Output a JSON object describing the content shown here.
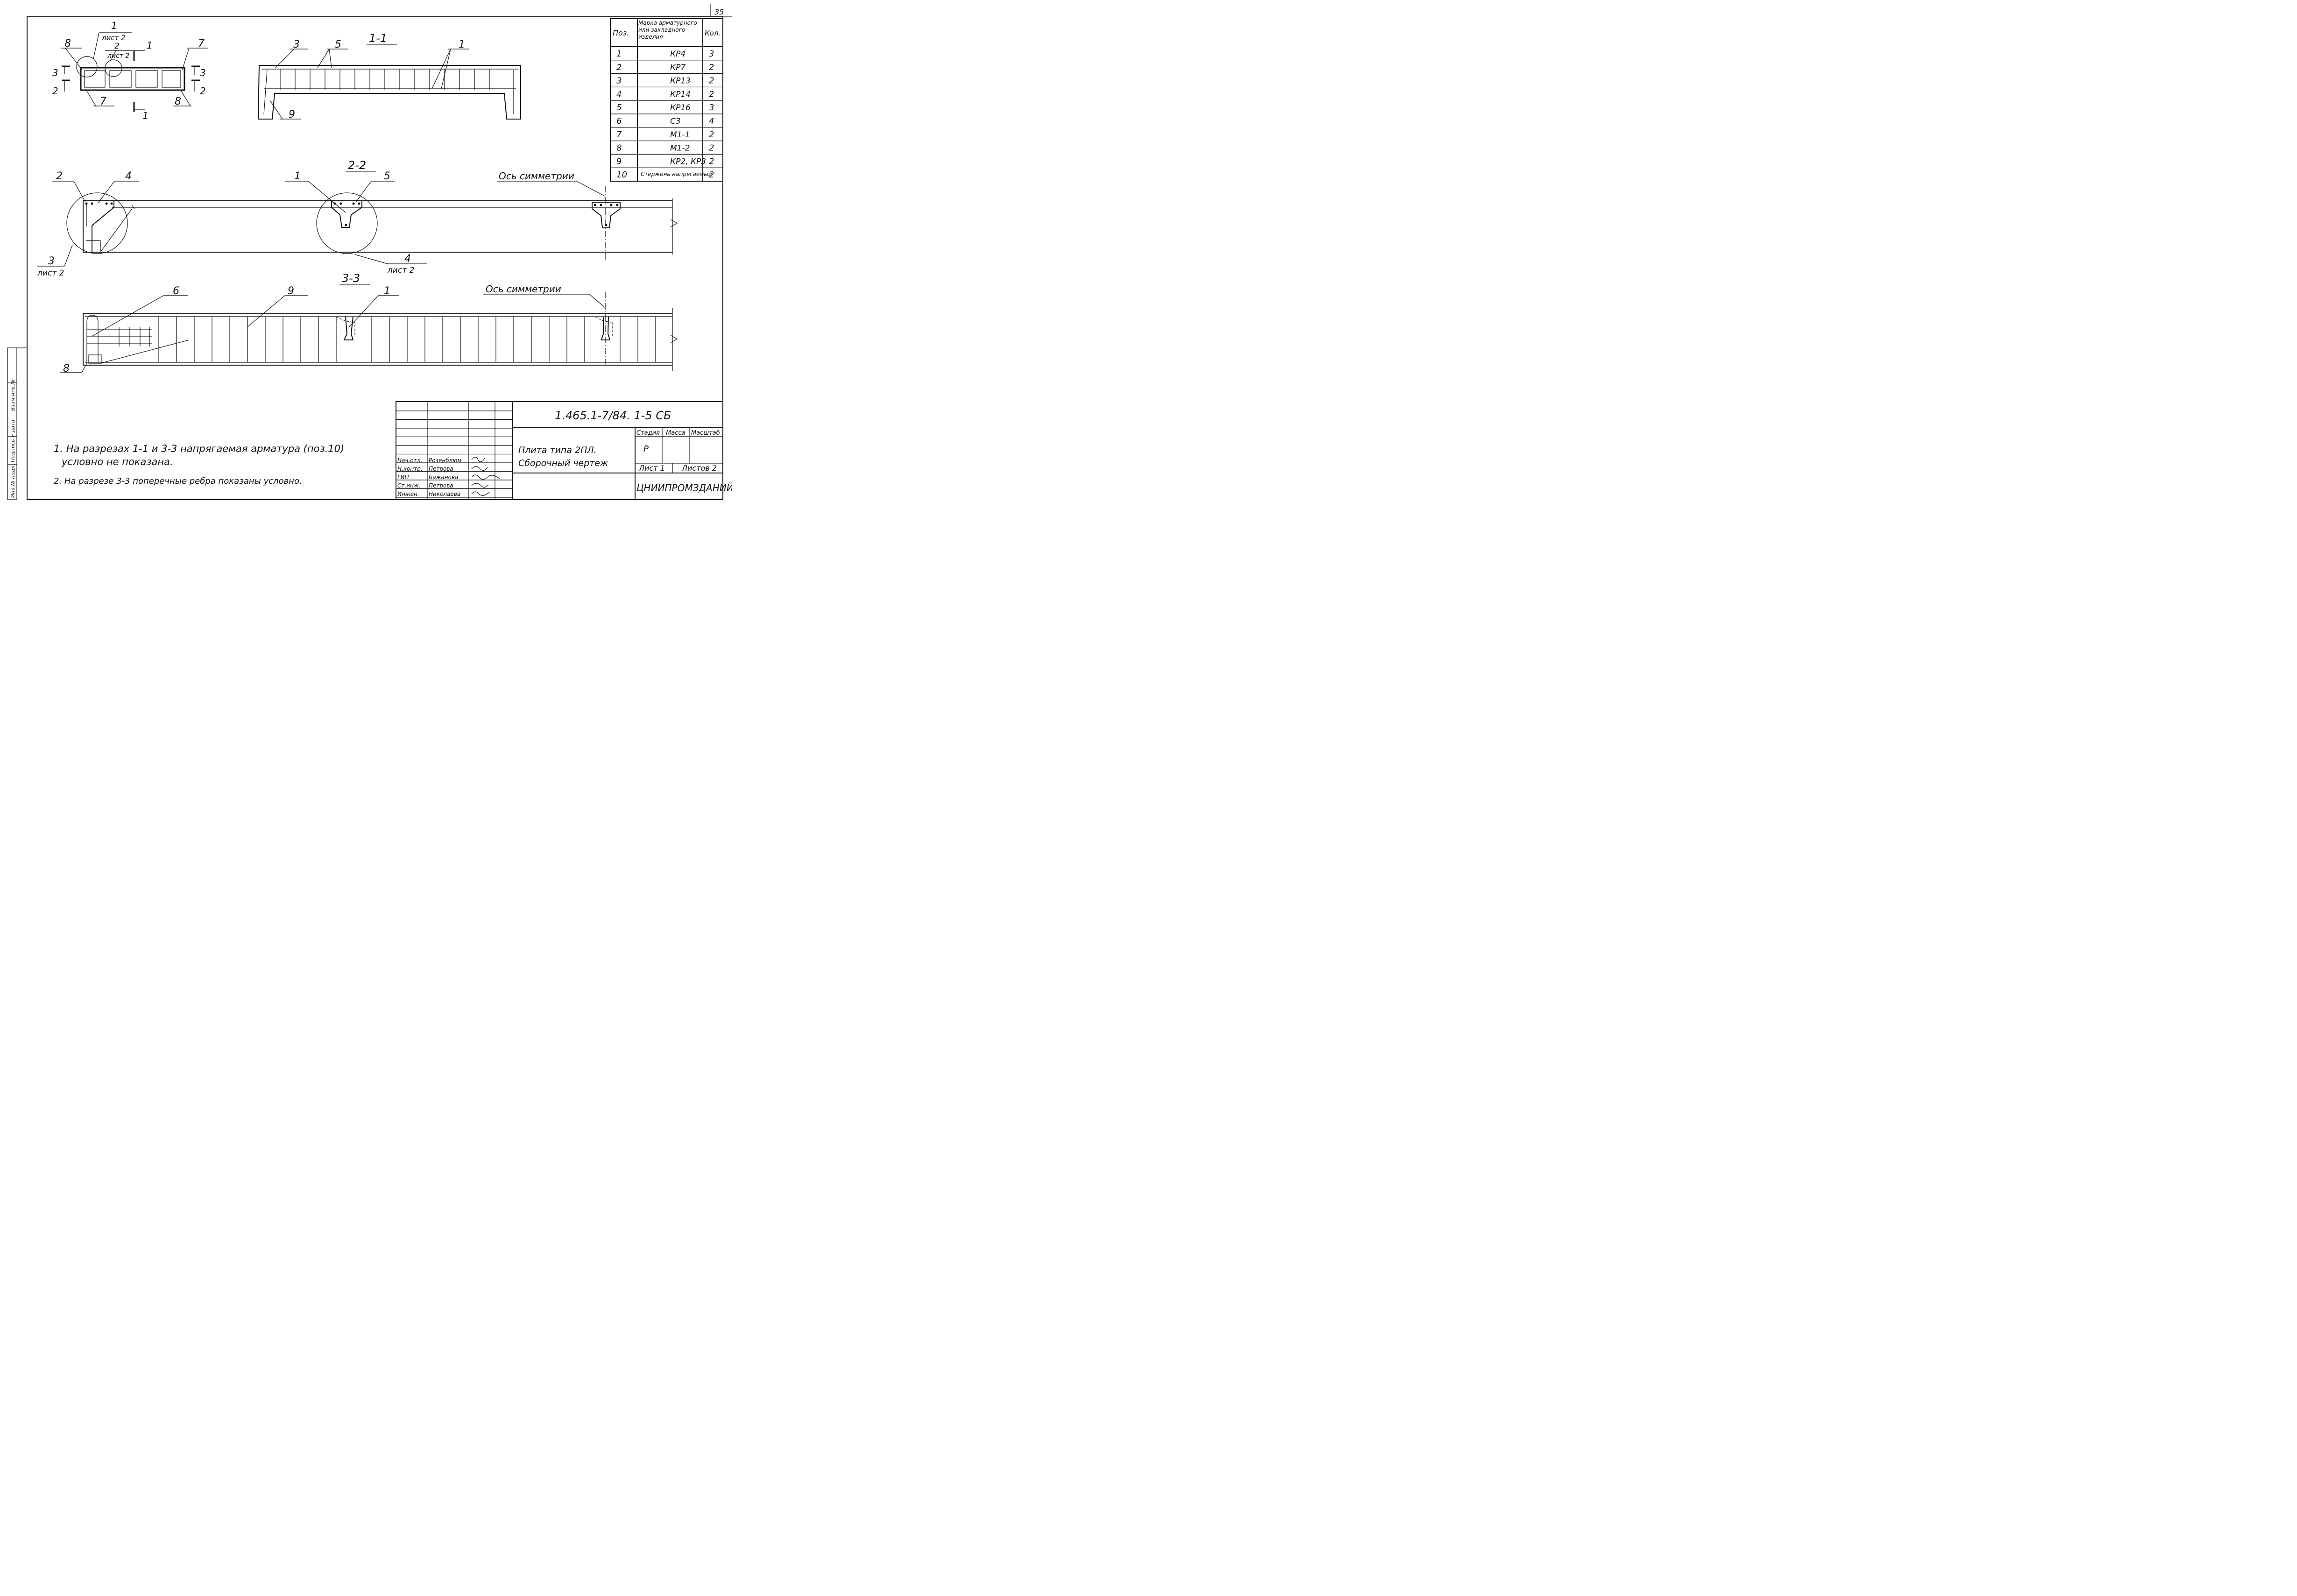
{
  "sheet_number": "35",
  "spec_table": {
    "headers": {
      "pos": "Поз.",
      "mark": "Марка арматурного или закладного изделия",
      "qty": "Кол."
    },
    "rows": [
      {
        "pos": "1",
        "mark": "КР4",
        "qty": "3"
      },
      {
        "pos": "2",
        "mark": "КР7",
        "qty": "2"
      },
      {
        "pos": "3",
        "mark": "КР13",
        "qty": "2"
      },
      {
        "pos": "4",
        "mark": "КР14",
        "qty": "2"
      },
      {
        "pos": "5",
        "mark": "КР16",
        "qty": "3"
      },
      {
        "pos": "6",
        "mark": "С3",
        "qty": "4"
      },
      {
        "pos": "7",
        "mark": "М1-1",
        "qty": "2"
      },
      {
        "pos": "8",
        "mark": "М1-2",
        "qty": "2"
      },
      {
        "pos": "9",
        "mark": "КР2, КР3",
        "qty": "2"
      },
      {
        "pos": "10",
        "mark": "Стержень напрягаемый",
        "qty": "2"
      }
    ]
  },
  "plan": {
    "callout_1": "1",
    "callout_1_sheet": "лист 2",
    "callout_2": "2",
    "callout_2_sheet": "лист 2",
    "label_8_left": "8",
    "label_7_right": "7",
    "label_7_bottom": "7",
    "label_8_bottom": "8",
    "cut_left_top": "3",
    "cut_left_bottom": "2",
    "cut_right_top": "3",
    "cut_right_bottom": "2",
    "cut_1_top": "1",
    "cut_1_bottom": "1"
  },
  "section_1_1": {
    "title": "1-1",
    "label_3": "3",
    "label_5": "5",
    "label_1": "1",
    "label_9": "9"
  },
  "section_2_2": {
    "title": "2-2",
    "label_2": "2",
    "label_4": "4",
    "label_1": "1",
    "label_5": "5",
    "callout_3": "3",
    "callout_3_sheet": "лист 2",
    "callout_4": "4",
    "callout_4_sheet": "лист 2",
    "symmetry_axis": "Ось симметрии"
  },
  "section_3_3": {
    "title": "3-3",
    "label_6": "6",
    "label_9": "9",
    "label_1": "1",
    "label_8": "8",
    "symmetry_axis": "Ось симметрии"
  },
  "notes": [
    "1. На разрезах 1-1 и 3-3 напрягаемая арматура (поз.10)",
    "условно не показана.",
    "2. На разрезе 3-3 поперечные ребра показаны условно."
  ],
  "side_stamp": {
    "inv_podl": "Инв.№ подл.",
    "podpis_data": "Подпись и дата",
    "vzam_inv": "Взам.инв.№"
  },
  "title_block": {
    "doc_code": "1.465.1-7/84. 1-5 СБ",
    "title_line1": "Плита типа 2ПЛ.",
    "title_line2": "Сборочный чертеж",
    "stage_header": "Стадия",
    "mass_header": "Масса",
    "scale_header": "Масштаб",
    "stage_value": "Р",
    "sheet_label": "Лист 1",
    "sheets_label": "Листов 2",
    "organization": "ЦНИИПРОМЗДАНИЙ",
    "roles": [
      "Нач.отд.",
      "Н.контр.",
      "ГИП",
      "Ст.инж.",
      "Инжен."
    ],
    "names": [
      "Розенблюм",
      "Петрова",
      "Бажанова",
      "Петрова",
      "Николаева"
    ]
  }
}
